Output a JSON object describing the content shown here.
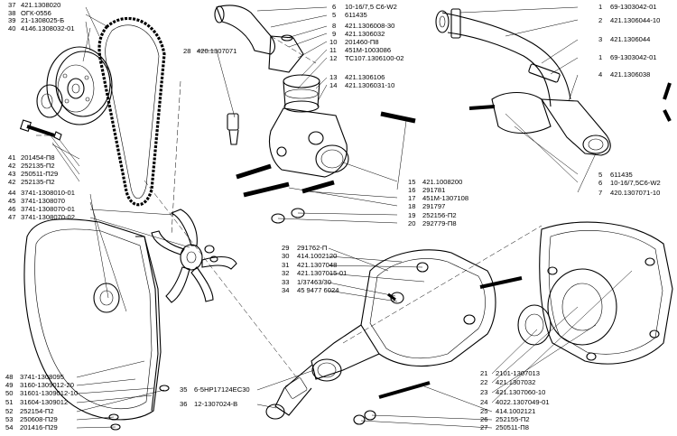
{
  "labels": {
    "l37": {
      "num": "37",
      "code": "421.1308020"
    },
    "l38": {
      "num": "38",
      "code": "ОГК-0556"
    },
    "l39": {
      "num": "39",
      "code": "21-1308025-Б"
    },
    "l40": {
      "num": "40",
      "code": "4146.1308032-01"
    },
    "l41": {
      "num": "41",
      "code": "201454-П8"
    },
    "l42a": {
      "num": "42",
      "code": "252135-П2"
    },
    "l43": {
      "num": "43",
      "code": "250511-П29"
    },
    "l42b": {
      "num": "42",
      "code": "252135-П2"
    },
    "l44": {
      "num": "44",
      "code": "3741-1308010-01"
    },
    "l45": {
      "num": "45",
      "code": "3741-1308070"
    },
    "l46": {
      "num": "46",
      "code": "3741-1308070-01"
    },
    "l47": {
      "num": "47",
      "code": "3741-1308070-02"
    },
    "l28": {
      "num": "28",
      "code": "420.1307071"
    },
    "l6a": {
      "num": "6",
      "code": "10-16/7,5 С6-W2"
    },
    "l5a": {
      "num": "5",
      "code": "611435"
    },
    "l8": {
      "num": "8",
      "code": "421.1306008-30"
    },
    "l9": {
      "num": "9",
      "code": "421.1306032"
    },
    "l10": {
      "num": "10",
      "code": "201460-П8"
    },
    "l11": {
      "num": "11",
      "code": "451М-1003086"
    },
    "l12": {
      "num": "12",
      "code": "ТС107.1306100-02"
    },
    "l13": {
      "num": "13",
      "code": "421.1306106"
    },
    "l14": {
      "num": "14",
      "code": "421.1306031-10"
    },
    "l1a": {
      "num": "1",
      "code": "69-1303042-01"
    },
    "l2": {
      "num": "2",
      "code": "421.1306044-10"
    },
    "l3": {
      "num": "3",
      "code": "421.1306044"
    },
    "l1b": {
      "num": "1",
      "code": "69-1303042-01"
    },
    "l4": {
      "num": "4",
      "code": "421.1306038"
    },
    "l5b": {
      "num": "5",
      "code": "611435"
    },
    "l6b": {
      "num": "6",
      "code": "10-16/7,5С6-W2"
    },
    "l7": {
      "num": "7",
      "code": "420.1307071-10"
    },
    "l15": {
      "num": "15",
      "code": "421.1008200"
    },
    "l16": {
      "num": "16",
      "code": "291781"
    },
    "l17": {
      "num": "17",
      "code": "451М-1307108"
    },
    "l18": {
      "num": "18",
      "code": "291797"
    },
    "l19": {
      "num": "19",
      "code": "252156-П2"
    },
    "l20": {
      "num": "20",
      "code": "292779-П8"
    },
    "l29": {
      "num": "29",
      "code": "291762-П"
    },
    "l30": {
      "num": "30",
      "code": "414.1002120"
    },
    "l31": {
      "num": "31",
      "code": "421.1307048"
    },
    "l32": {
      "num": "32",
      "code": "421.1307015-01"
    },
    "l33": {
      "num": "33",
      "code": "1/37463/30"
    },
    "l34": {
      "num": "34",
      "code": "45 9477 6024"
    },
    "l35": {
      "num": "35",
      "code": "6-5НР17124ЕС30"
    },
    "l36": {
      "num": "36",
      "code": "12-1307024-В"
    },
    "l21": {
      "num": "21",
      "code": "2101-1307013"
    },
    "l22": {
      "num": "22",
      "code": "421.1307032"
    },
    "l23": {
      "num": "23",
      "code": "421.1307060-10"
    },
    "l24": {
      "num": "24",
      "code": "4022.1307049-01"
    },
    "l25": {
      "num": "25",
      "code": "414.1002121"
    },
    "l26": {
      "num": "26",
      "code": "252155-П2"
    },
    "l27": {
      "num": "27",
      "code": "250511-П8"
    },
    "l48": {
      "num": "48",
      "code": "3741-1308095"
    },
    "l49": {
      "num": "49",
      "code": "3160-1309012-20"
    },
    "l50": {
      "num": "50",
      "code": "31601-1309012-10"
    },
    "l51": {
      "num": "51",
      "code": "31604-1309012"
    },
    "l52": {
      "num": "52",
      "code": "252154-П2"
    },
    "l53": {
      "num": "53",
      "code": "250608-П29"
    },
    "l54": {
      "num": "54",
      "code": "201416-П29"
    }
  }
}
